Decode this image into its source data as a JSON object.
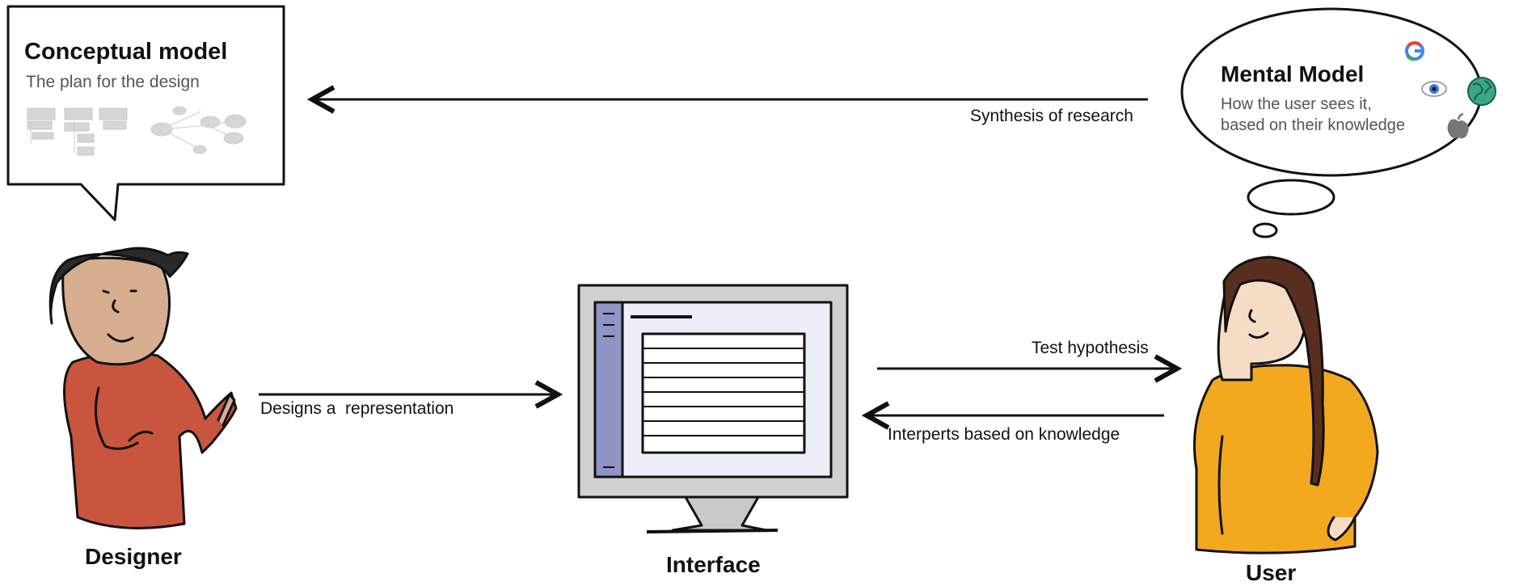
{
  "conceptual_model": {
    "title": "Conceptual model",
    "subtitle": "The plan for the design"
  },
  "mental_model": {
    "title": "Mental Model",
    "subtitle_line1": "How the user sees it,",
    "subtitle_line2": "based on their knowledge",
    "icons": [
      "google-icon",
      "eye-icon",
      "globe-icon",
      "apple-icon"
    ]
  },
  "arrows": {
    "synthesis": "Synthesis of research",
    "designs": "Designs a  representation",
    "test": "Test hypothesis",
    "interprets": "Interperts based on knowledge"
  },
  "actors": {
    "designer": "Designer",
    "interface": "Interface",
    "user": "User"
  },
  "colors": {
    "designer_shirt": "#c9553f",
    "user_shirt": "#f2a91f",
    "skin": "#d7ae8f",
    "user_skin": "#f6dcc4",
    "monitor_sidebar": "#8f94c4",
    "ink": "#111111"
  }
}
